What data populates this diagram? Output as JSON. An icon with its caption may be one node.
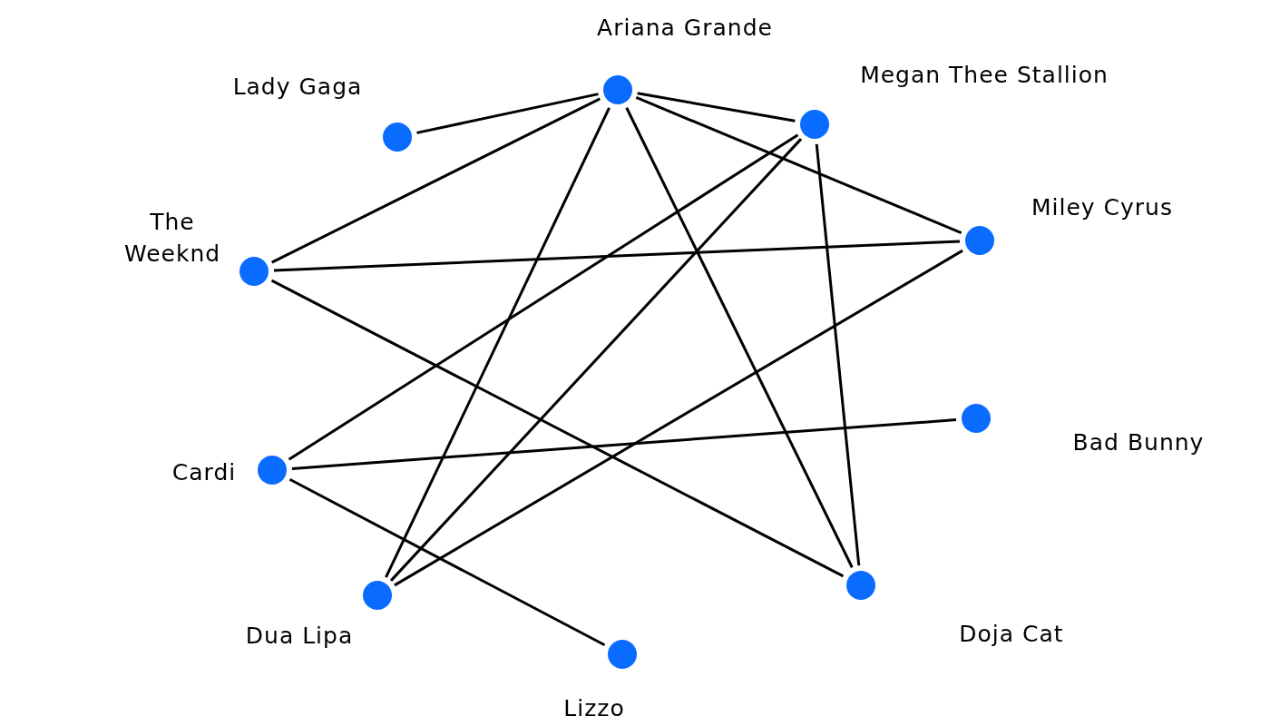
{
  "diagram": {
    "nodes": [
      {
        "text": [],
        "shape": "circle",
        "beside": [
          "Ariana Grande"
        ]
      },
      {
        "text": [],
        "shape": "circle",
        "beside": [
          "Lady Gaga"
        ]
      },
      {
        "text": [],
        "shape": "circle",
        "beside": [
          "Megan Thee Stallion"
        ]
      },
      {
        "text": [],
        "shape": "circle",
        "beside": [
          "The Weeknd"
        ]
      },
      {
        "text": [],
        "shape": "circle",
        "beside": [
          "Miley Cyrus"
        ]
      },
      {
        "text": [],
        "shape": "circle",
        "beside": [
          "Bad Bunny"
        ]
      },
      {
        "text": [],
        "shape": "circle",
        "beside": [
          "Cardi"
        ]
      },
      {
        "text": [],
        "shape": "circle",
        "beside": [
          "Dua Lipa"
        ]
      },
      {
        "text": [],
        "shape": "circle",
        "beside": [
          "Doja Cat"
        ]
      },
      {
        "text": [],
        "shape": "circle",
        "beside": [
          "Lizzo"
        ]
      }
    ],
    "edges": [
      {
        "from": 1,
        "to": 0,
        "arrow": "none"
      },
      {
        "from": 0,
        "to": 2,
        "arrow": "none"
      },
      {
        "from": 0,
        "to": 4,
        "arrow": "none"
      },
      {
        "from": 0,
        "to": 3,
        "arrow": "none"
      },
      {
        "from": 0,
        "to": 7,
        "arrow": "none"
      },
      {
        "from": 0,
        "to": 8,
        "arrow": "none"
      },
      {
        "from": 2,
        "to": 6,
        "arrow": "none"
      },
      {
        "from": 2,
        "to": 7,
        "arrow": "none"
      },
      {
        "from": 2,
        "to": 8,
        "arrow": "none"
      },
      {
        "from": 3,
        "to": 4,
        "arrow": "none"
      },
      {
        "from": 3,
        "to": 8,
        "arrow": "none"
      },
      {
        "from": 4,
        "to": 7,
        "arrow": "none"
      },
      {
        "from": 6,
        "to": 5,
        "arrow": "none"
      },
      {
        "from": 6,
        "to": 9,
        "arrow": "none"
      }
    ]
  }
}
